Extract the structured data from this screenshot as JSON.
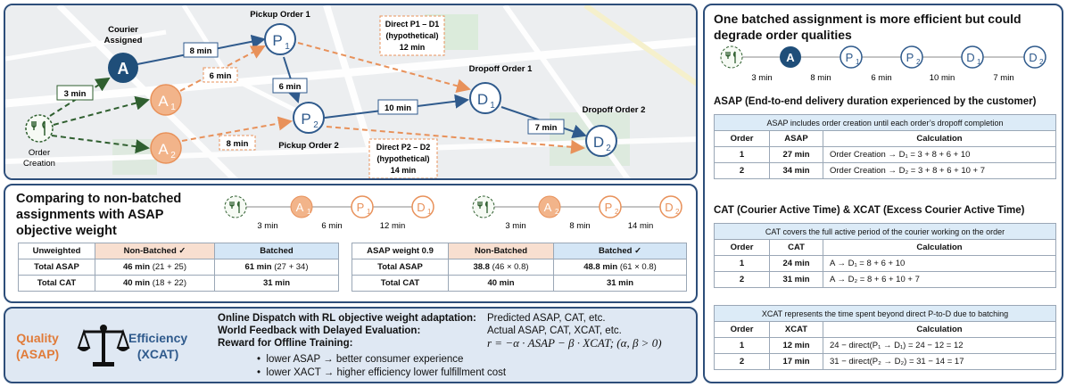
{
  "map": {
    "courier_assigned": [
      "Courier",
      "Assigned"
    ],
    "order_creation": [
      "Order",
      "Creation"
    ],
    "pickup_order_1": "Pickup Order 1",
    "pickup_order_2": "Pickup Order 2",
    "dropoff_order_1": "Dropoff Order 1",
    "dropoff_order_2": "Dropoff Order 2",
    "direct_p1_d1": [
      "Direct P1 – D1",
      "(hypothetical)",
      "12 min"
    ],
    "direct_p2_d2": [
      "Direct P2 – D2",
      "(hypothetical)",
      "14 min"
    ],
    "edge_labels": {
      "a_p1": "8 min",
      "a1_p1": "6 min",
      "p1_p2": "6 min",
      "p2_d1": "10 min",
      "d1_d2": "7 min",
      "oc_a": "3 min",
      "a2_p2": "8 min"
    },
    "nodes": {
      "a": "A",
      "a1": "A",
      "a2": "A",
      "p1": "P",
      "p2": "P",
      "d1": "D",
      "d2": "D",
      "sub1": "1",
      "sub2": "2"
    }
  },
  "compare": {
    "title": [
      "Comparing to non-batched",
      "assignments with ASAP",
      "objective weight"
    ],
    "timeline1": {
      "gaps": [
        "3 min",
        "6 min",
        "12 min"
      ]
    },
    "timeline2": {
      "gaps": [
        "3 min",
        "8 min",
        "14 min"
      ]
    },
    "table1": {
      "headers": [
        "Unweighted",
        "Non-Batched ✓",
        "Batched"
      ],
      "rows": [
        {
          "label": "Total ASAP",
          "nb_main": "46 min",
          "nb_detail": "(21 + 25)",
          "b_main": "61 min",
          "b_detail": "(27 + 34)"
        },
        {
          "label": "Total CAT",
          "nb_main": "40 min",
          "nb_detail": "(18 + 22)",
          "b_main": "31 min",
          "b_detail": ""
        }
      ]
    },
    "table2": {
      "headers": [
        "ASAP weight 0.9",
        "Non-Batched",
        "Batched ✓"
      ],
      "rows": [
        {
          "label": "Total ASAP",
          "nb_main": "38.8",
          "nb_detail": "(46 × 0.8)",
          "b_main": "48.8 min",
          "b_detail": "(61 × 0.8)"
        },
        {
          "label": "Total CAT",
          "nb_main": "40 min",
          "nb_detail": "",
          "b_main": "31 min",
          "b_detail": ""
        }
      ]
    }
  },
  "reward": {
    "quality": [
      "Quality",
      "(ASAP)"
    ],
    "efficiency": [
      "Efficiency",
      "(XCAT)"
    ],
    "lines": [
      {
        "left": "Online Dispatch with RL objective weight adaptation:",
        "right": "Predicted ASAP, CAT, etc."
      },
      {
        "left": "World Feedback with Delayed Evaluation:",
        "right": "Actual ASAP, CAT, XCAT, etc."
      },
      {
        "left": "Reward for Offline Training:",
        "right": "r = −α · ASAP − β · XCAT;  (α, β > 0)"
      }
    ],
    "bullets": [
      "lower ASAP → better consumer experience",
      "lower XACT → higher efficiency lower fulfillment cost"
    ]
  },
  "right": {
    "title": [
      "One batched assignment is more efficient but could",
      "degrade order qualities"
    ],
    "timeline_gaps": [
      "3 min",
      "8 min",
      "6 min",
      "10 min",
      "7 min"
    ],
    "asap": {
      "heading": "ASAP (End-to-end delivery duration experienced by the customer)",
      "note": "ASAP includes order creation until each order’s dropoff completion",
      "headers": [
        "Order",
        "ASAP",
        "Calculation"
      ],
      "rows": [
        {
          "order": "1",
          "value": "27 min",
          "calc": "Order Creation → D₁ = 3 + 8 + 6 + 10"
        },
        {
          "order": "2",
          "value": "34 min",
          "calc": "Order Creation → D₂ = 3 + 8 + 6 + 10 + 7"
        }
      ]
    },
    "cat": {
      "heading": "CAT (Courier Active Time) & XCAT (Excess Courier Active Time)",
      "note": "CAT covers the full active period of the courier working on the order",
      "headers": [
        "Order",
        "CAT",
        "Calculation"
      ],
      "rows": [
        {
          "order": "1",
          "value": "24 min",
          "calc": "A → D₁ = 8 + 6 + 10"
        },
        {
          "order": "2",
          "value": "31 min",
          "calc": "A → D₂ = 8 + 6 + 10 + 7"
        }
      ]
    },
    "xcat": {
      "note": "XCAT represents the time spent beyond direct P-to-D due to batching",
      "headers": [
        "Order",
        "XCAT",
        "Calculation"
      ],
      "rows": [
        {
          "order": "1",
          "value": "12 min",
          "calc": "24 − direct(P₁ → D₁) = 24 − 12 = 12"
        },
        {
          "order": "2",
          "value": "17 min",
          "calc": "31 − direct(P₂ → D₂) = 31 − 14 = 17"
        }
      ]
    }
  }
}
